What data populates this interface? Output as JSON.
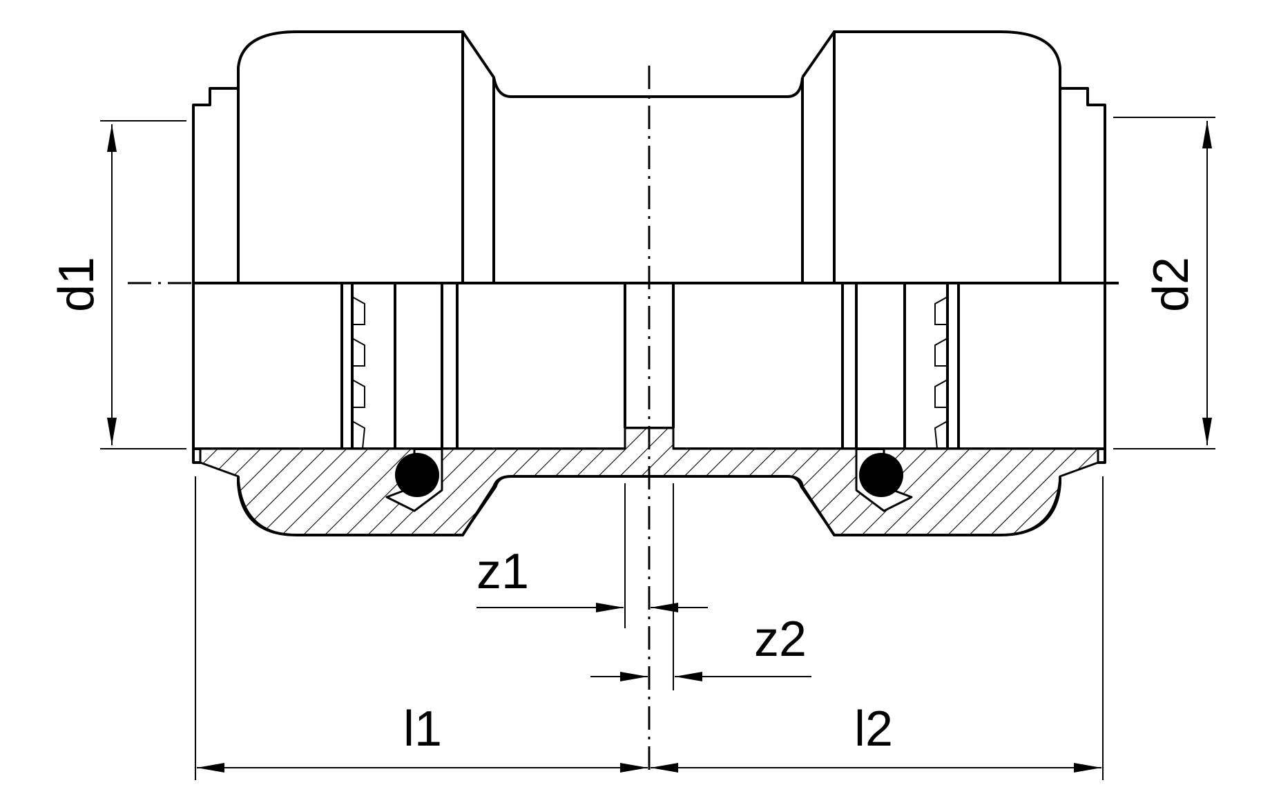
{
  "labels": {
    "d1": "d1",
    "d2": "d2",
    "z1": "z1",
    "z2": "z2",
    "l1": "l1",
    "l2": "l2"
  },
  "colors": {
    "line": "#000000",
    "background": "#ffffff"
  }
}
